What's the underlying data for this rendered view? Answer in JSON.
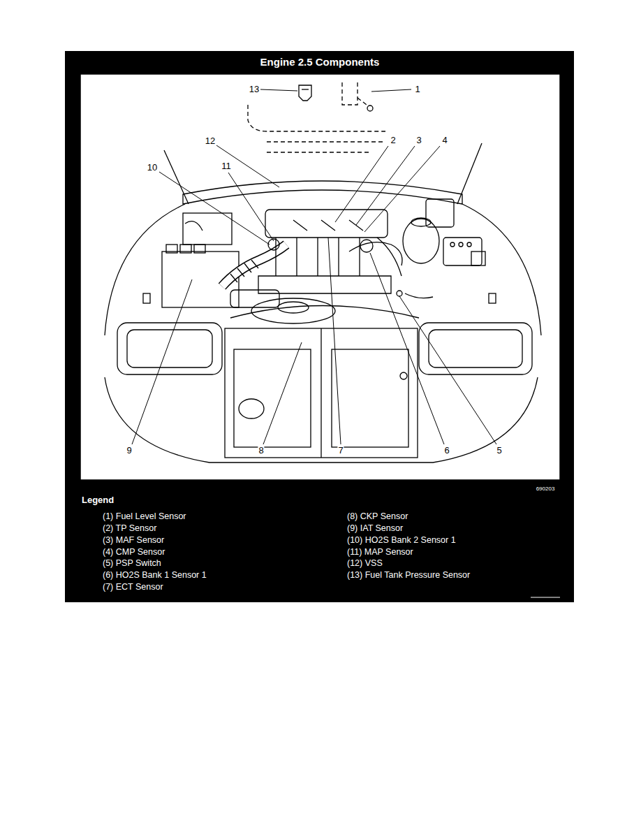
{
  "diagram": {
    "title": "Engine 2.5 Components",
    "labels": [
      "13",
      "1",
      "12",
      "2",
      "3",
      "4",
      "10",
      "11",
      "9",
      "8",
      "7",
      "6",
      "5",
      "690203",
      "Legend",
      "(1) Fuel Level Sensor",
      "(2) TP Sensor",
      "(3) MAF Sensor",
      "(4) CMP Sensor",
      "(5) PSP Switch",
      "(6) HO2S Bank 1 Sensor 1",
      "(7) ECT Sensor",
      "(8) CKP Sensor",
      "(9) IAT Sensor",
      "(10) HO2S Bank 2 Sensor 1",
      "(11) MAP Sensor",
      "(12) VSS",
      "(13) Fuel Tank Pressure Sensor"
    ]
  }
}
